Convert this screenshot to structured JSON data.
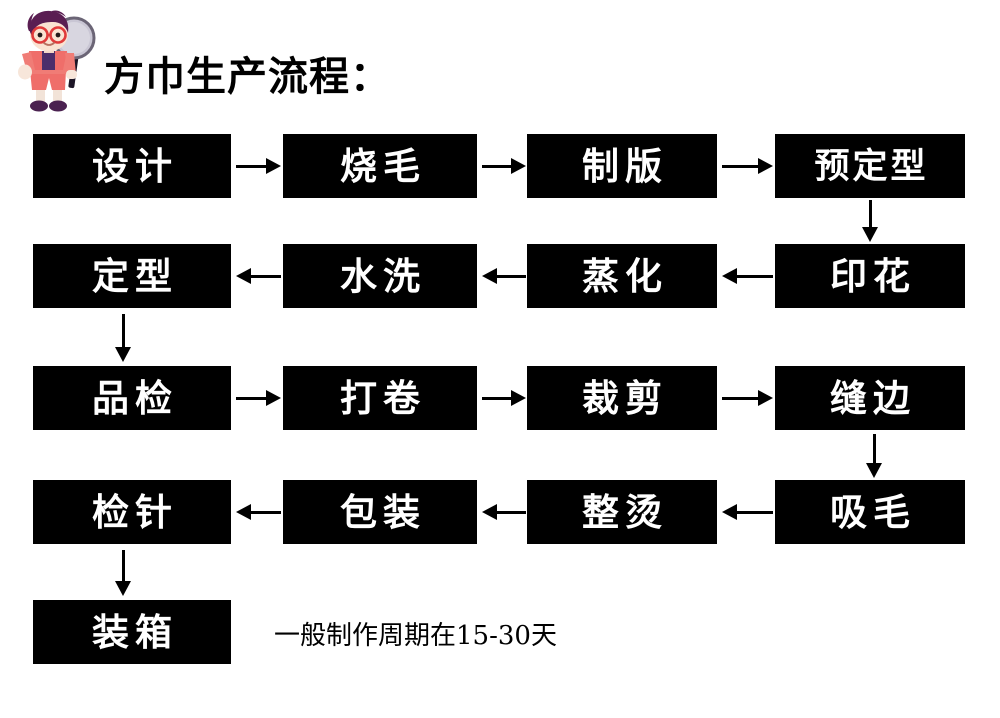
{
  "header": {
    "title": "方巾生产流程：",
    "mascot": {
      "icon": "boy-with-magnifier-icon",
      "hair_color": "#5a1e52",
      "outfit_color": "#ef6e6a",
      "shirt_color": "#4b2e6b",
      "glasses_color": "#e03a3a",
      "lens_color": "#c9c6d4"
    }
  },
  "flow": {
    "rows": [
      {
        "direction": "right",
        "nodes": [
          {
            "label": "设计"
          },
          {
            "label": "烧毛"
          },
          {
            "label": "制版"
          },
          {
            "label": "预定型"
          }
        ]
      },
      {
        "direction": "left",
        "nodes": [
          {
            "label": "定型"
          },
          {
            "label": "水洗"
          },
          {
            "label": "蒸化"
          },
          {
            "label": "印花"
          }
        ]
      },
      {
        "direction": "right",
        "nodes": [
          {
            "label": "品检"
          },
          {
            "label": "打卷"
          },
          {
            "label": "裁剪"
          },
          {
            "label": "缝边"
          }
        ]
      },
      {
        "direction": "left",
        "nodes": [
          {
            "label": "检针"
          },
          {
            "label": "包装"
          },
          {
            "label": "整烫"
          },
          {
            "label": "吸毛"
          }
        ]
      },
      {
        "direction": "right",
        "nodes": [
          {
            "label": "装箱"
          }
        ]
      }
    ],
    "connectors": {
      "row1_to_row2": "down-arrow-right-column",
      "row2_to_row3": "down-arrow-left-column",
      "row3_to_row4": "down-arrow-right-column",
      "row4_to_row5": "down-arrow-left-column"
    },
    "node_fill": "#000000",
    "node_text_color": "#ffffff",
    "arrow_color": "#000000"
  },
  "footnote": {
    "text": "一般制作周期在15-30天"
  }
}
